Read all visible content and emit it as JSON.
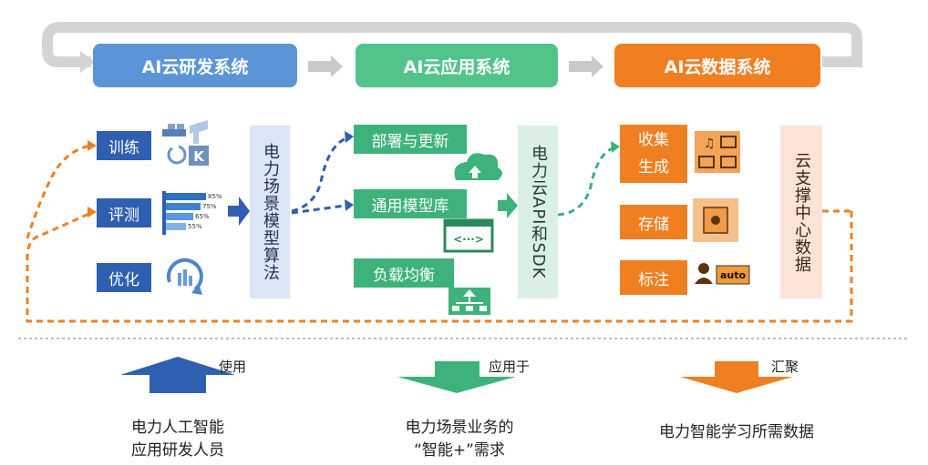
{
  "headers": {
    "research": "AI云研发系统",
    "application": "AI云应用系统",
    "data": "AI云数据系统"
  },
  "research_steps": [
    "训练",
    "评测",
    "优化"
  ],
  "research_bars": [
    "85%",
    "75%",
    "65%",
    "55%"
  ],
  "k_badge": "K",
  "algorithm_box": "电力场景模型算法",
  "app_steps": [
    "部署与更新",
    "通用模型库",
    "负载均衡"
  ],
  "api_box": "电力云API和SDK",
  "data_steps": [
    "收集生成",
    "存储",
    "标注"
  ],
  "auto_badge": "auto",
  "data_center": "云支撑中心数据",
  "footer": {
    "left_label": "使用",
    "left_caption": [
      "电力人工智能",
      "应用研发人员"
    ],
    "middle_label": "应用于",
    "middle_caption": [
      "电力场景业务的",
      "“智能+”需求"
    ],
    "right_label": "汇聚",
    "right_caption": "电力智能学习所需数据"
  },
  "colors": {
    "blue": "#2e5fb0",
    "blue_header": "#5b95d8",
    "green": "#3db27b",
    "green_header": "#52c48a",
    "orange": "#f07f22",
    "light_blue_box": "#dbe6f6",
    "light_green_box": "#dcefe4",
    "light_orange_box": "#fbe4d5"
  }
}
